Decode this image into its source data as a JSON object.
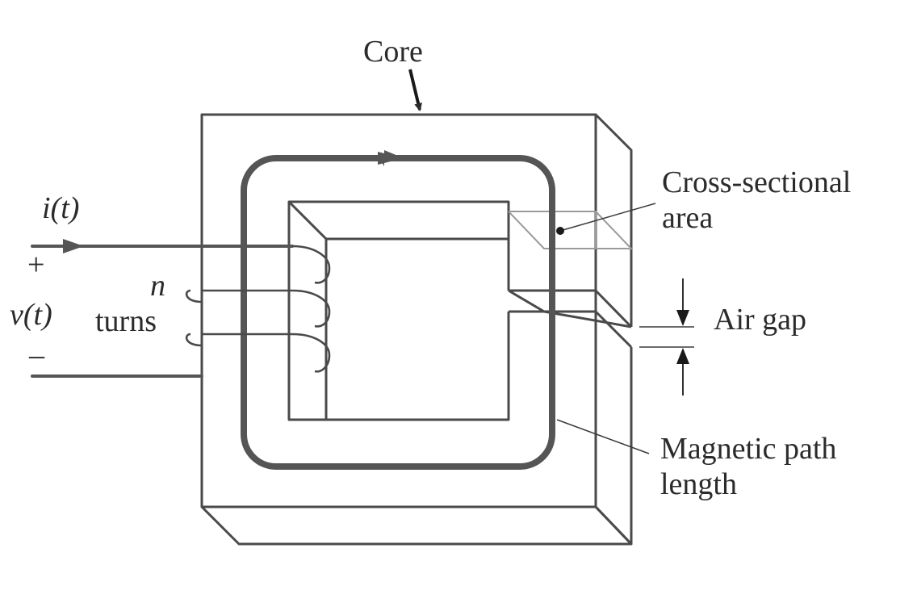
{
  "labels": {
    "core": "Core",
    "current": "i(t)",
    "plus": "+",
    "voltage": "v(t)",
    "minus": "–",
    "n": "n",
    "turns": "turns",
    "cross_section_line1": "Cross-sectional",
    "cross_section_line2": "area",
    "air_gap": "Air gap",
    "path_length_line1": "Magnetic path",
    "path_length_line2": "length"
  },
  "colors": {
    "line": "#4a4a4a",
    "text": "#2b2b2b",
    "background": "#ffffff"
  }
}
